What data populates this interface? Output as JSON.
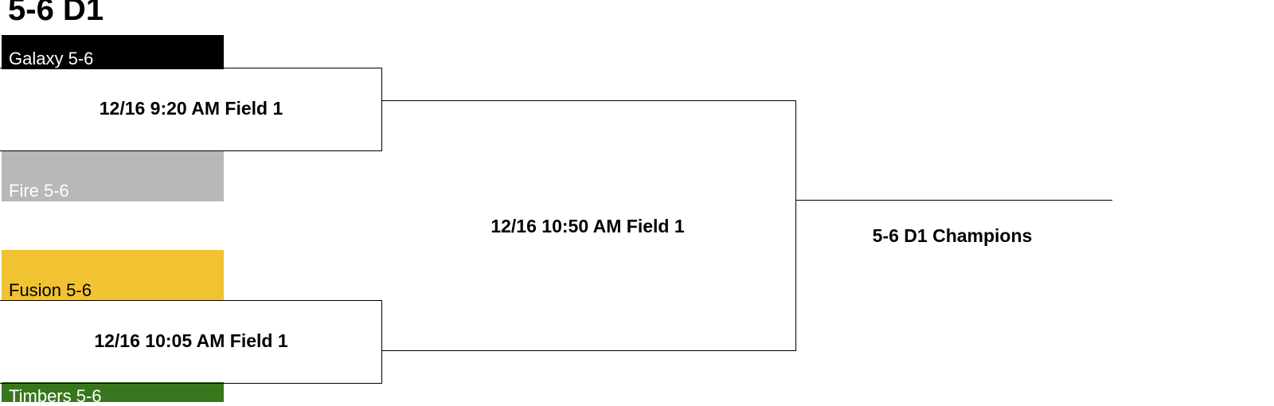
{
  "bracket": {
    "title": "5-6 D1",
    "teams": [
      {
        "name": "Galaxy 5-6",
        "bg": "#000000",
        "fg": "#ffffff"
      },
      {
        "name": "Fire 5-6",
        "bg": "#b8b8b8",
        "fg": "#ffffff"
      },
      {
        "name": "Fusion 5-6",
        "bg": "#f1c232",
        "fg": "#000000"
      },
      {
        "name": "Timbers 5-6",
        "bg": "#38761d",
        "fg": "#ffffff"
      }
    ],
    "games": [
      {
        "label": "12/16 9:20 AM Field 1"
      },
      {
        "label": "12/16 10:05 AM Field 1"
      },
      {
        "label": "12/16 10:50 AM Field 1"
      }
    ],
    "champion_label": "5-6 D1 Champions"
  }
}
